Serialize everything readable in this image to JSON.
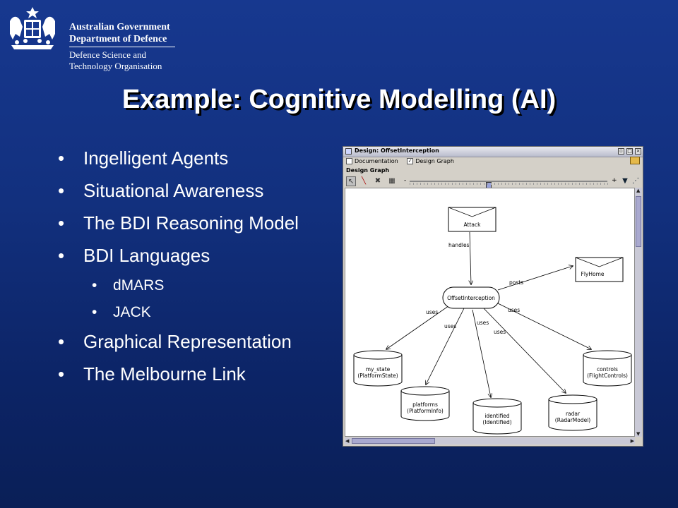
{
  "header": {
    "agency_lines": [
      "Australian Government",
      "Department of Defence",
      "Defence Science and",
      "Technology Organisation"
    ]
  },
  "slide": {
    "title": "Example: Cognitive Modelling (AI)",
    "bullets": [
      "Ingelligent Agents",
      "Situational Awareness",
      "The BDI Reasoning Model",
      "BDI Languages",
      "Graphical Representation",
      "The Melbourne Link"
    ],
    "sub_bullets": [
      "dMARS",
      "JACK"
    ]
  },
  "window": {
    "title": "Design: OffsetInterception",
    "tab_documentation": "Documentation",
    "tab_design_graph": "Design Graph",
    "section_label": "Design Graph",
    "zoom_minus": "-",
    "zoom_plus": "+",
    "zoom_level": 0.4
  },
  "graph": {
    "nodes": {
      "attack": "Attack",
      "flyhome": "FlyHome",
      "offset": "OffsetInterception",
      "my_state_1": "my_state",
      "my_state_2": "(PlatformState)",
      "platforms_1": "platforms",
      "platforms_2": "(PlatformInfo)",
      "identified_1": "identified",
      "identified_2": "(Identified)",
      "radar_1": "radar",
      "radar_2": "(RadarModel)",
      "controls_1": "controls",
      "controls_2": "(FlightControls)"
    },
    "edges": {
      "handles": "handles",
      "posts": "posts",
      "uses": "uses"
    }
  }
}
